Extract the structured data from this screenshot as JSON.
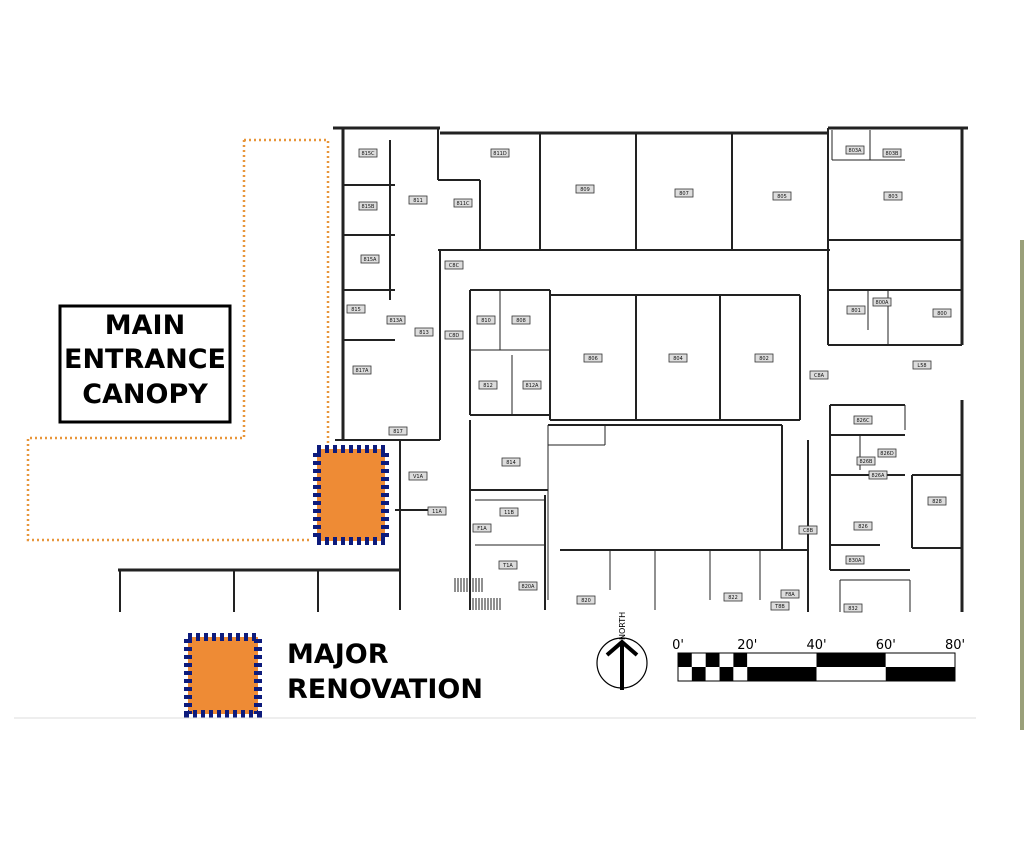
{
  "canopy_label": [
    "MAIN",
    "ENTRANCE",
    "CANOPY"
  ],
  "legend": {
    "label_line1": "MAJOR",
    "label_line2": "RENOVATION",
    "icon": "major-renovation-swatch"
  },
  "north_label": "NORTH",
  "scale_bar": {
    "ticks": [
      "0'",
      "20'",
      "40'",
      "60'",
      "80'"
    ],
    "unit": "feet"
  },
  "rooms": [
    "815C",
    "815B",
    "815A",
    "811",
    "811C",
    "811D",
    "809",
    "807",
    "805",
    "803A",
    "803B",
    "803",
    "801",
    "800A",
    "800",
    "C8C",
    "815",
    "813A",
    "813",
    "C8D",
    "810",
    "808",
    "812",
    "812A",
    "806",
    "804",
    "802",
    "817A",
    "817",
    "814",
    "V1A",
    "11A",
    "11B",
    "F1A",
    "T1A",
    "820A",
    "820",
    "822",
    "C8B",
    "F8A",
    "T8B",
    "C8A",
    "L58",
    "826C",
    "826B",
    "826D",
    "826A",
    "826",
    "828",
    "830A",
    "832"
  ],
  "colors": {
    "renovation_fill": "#EE8B35",
    "renovation_border": "#0D1B7C",
    "canopy_path": "#E8963A",
    "walls": "#222222"
  }
}
